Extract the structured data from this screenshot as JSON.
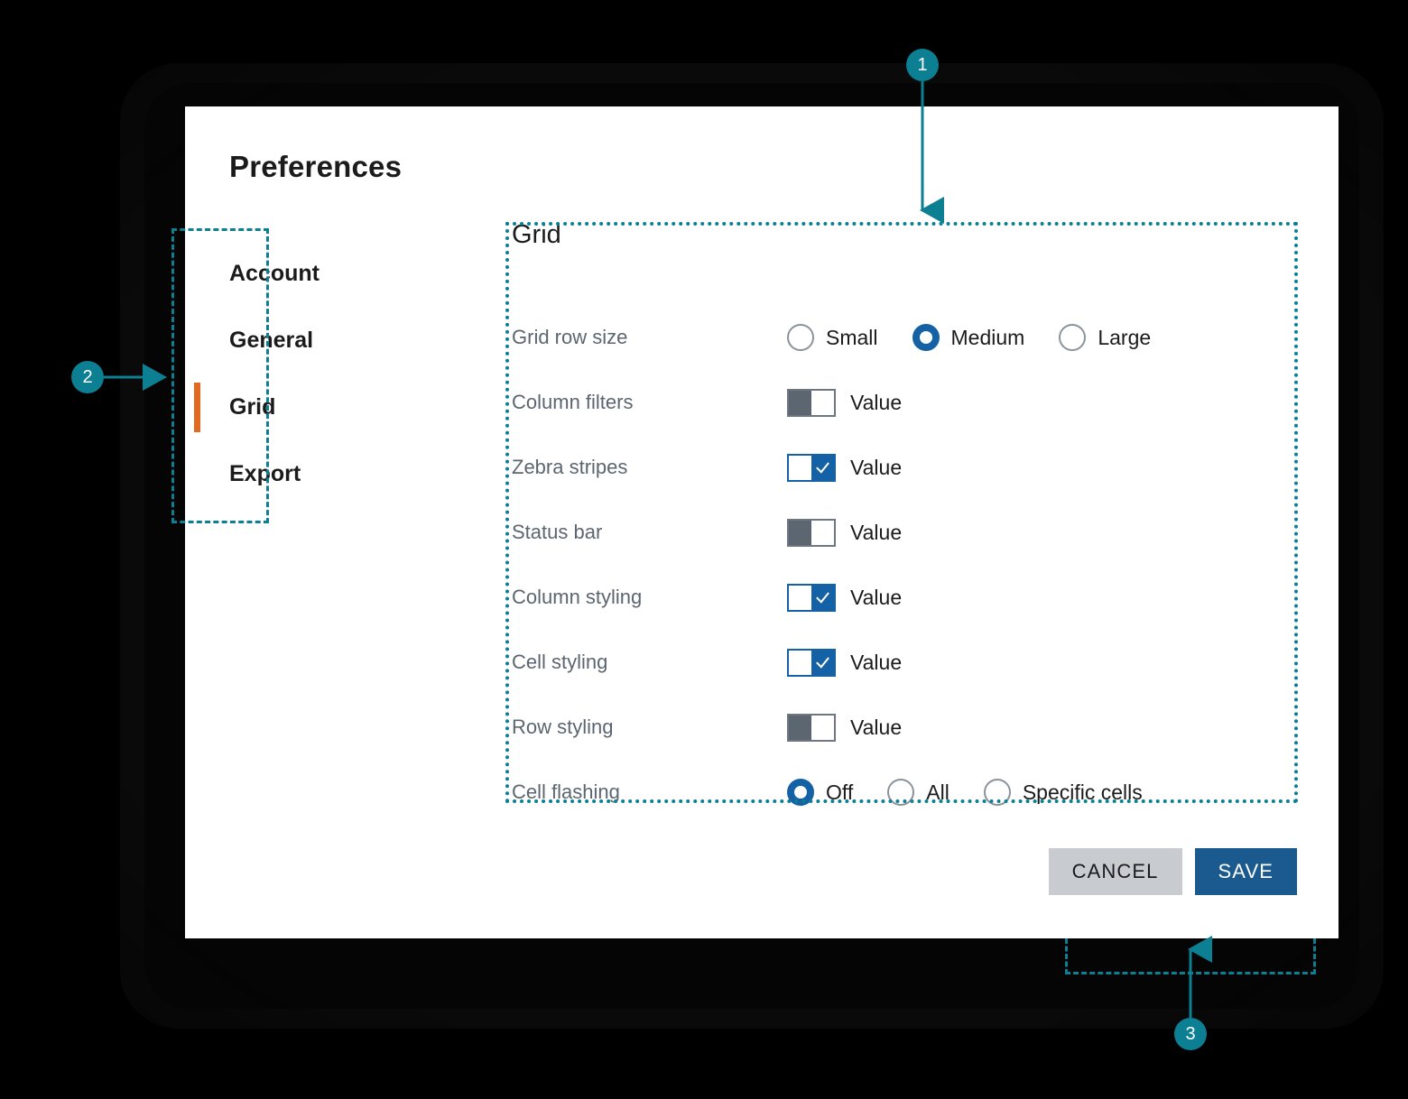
{
  "dialog": {
    "title": "Preferences"
  },
  "sidebar": {
    "items": [
      {
        "label": "Account",
        "active": false
      },
      {
        "label": "General",
        "active": false
      },
      {
        "label": "Grid",
        "active": true
      },
      {
        "label": "Export",
        "active": false
      }
    ]
  },
  "panel": {
    "heading": "Grid",
    "rows": [
      {
        "label": "Grid row size",
        "type": "radio",
        "options": [
          {
            "label": "Small",
            "selected": false
          },
          {
            "label": "Medium",
            "selected": true
          },
          {
            "label": "Large",
            "selected": false
          }
        ]
      },
      {
        "label": "Column filters",
        "type": "toggle",
        "state": "off",
        "value_label": "Value"
      },
      {
        "label": "Zebra stripes",
        "type": "toggle",
        "state": "on",
        "value_label": "Value"
      },
      {
        "label": "Status bar",
        "type": "toggle",
        "state": "off",
        "value_label": "Value"
      },
      {
        "label": "Column styling",
        "type": "toggle",
        "state": "on",
        "value_label": "Value"
      },
      {
        "label": "Cell styling",
        "type": "toggle",
        "state": "on",
        "value_label": "Value"
      },
      {
        "label": "Row styling",
        "type": "toggle",
        "state": "off",
        "value_label": "Value"
      },
      {
        "label": "Cell flashing",
        "type": "radio",
        "options": [
          {
            "label": "Off",
            "selected": true
          },
          {
            "label": "All",
            "selected": false
          },
          {
            "label": "Specific cells",
            "selected": false
          }
        ]
      }
    ]
  },
  "footer": {
    "cancel_label": "CANCEL",
    "save_label": "SAVE"
  },
  "callouts": [
    {
      "number": "1",
      "target": "grid-settings-region"
    },
    {
      "number": "2",
      "target": "sidebar-nav-region"
    },
    {
      "number": "3",
      "target": "footer-buttons-region"
    }
  ],
  "colors": {
    "accent_blue": "#1462a5",
    "save_blue": "#1b5a8e",
    "cancel_gray": "#c8ccd0",
    "active_orange": "#e06a22",
    "annotation_teal": "#0d7f93",
    "label_gray": "#5c6670",
    "toggle_off_gray": "#5c6670",
    "text_dark": "#1b1b1b",
    "backdrop": "#0a0a0a",
    "panel_bg": "#ffffff"
  }
}
